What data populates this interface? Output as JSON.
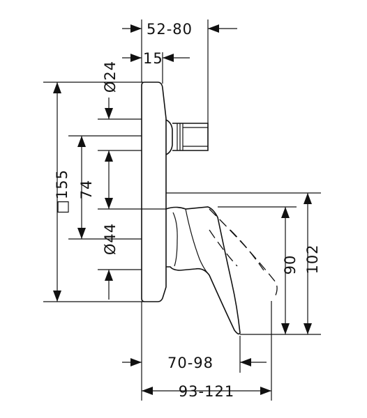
{
  "dimensions": {
    "top_span": "52-80",
    "offset_15": "15",
    "diameter_24": "Ø24",
    "square_155": "□155",
    "height_74": "74",
    "diameter_44": "Ø44",
    "height_90": "90",
    "height_102": "102",
    "reach_70_98": "70-98",
    "reach_93_121": "93-121"
  }
}
